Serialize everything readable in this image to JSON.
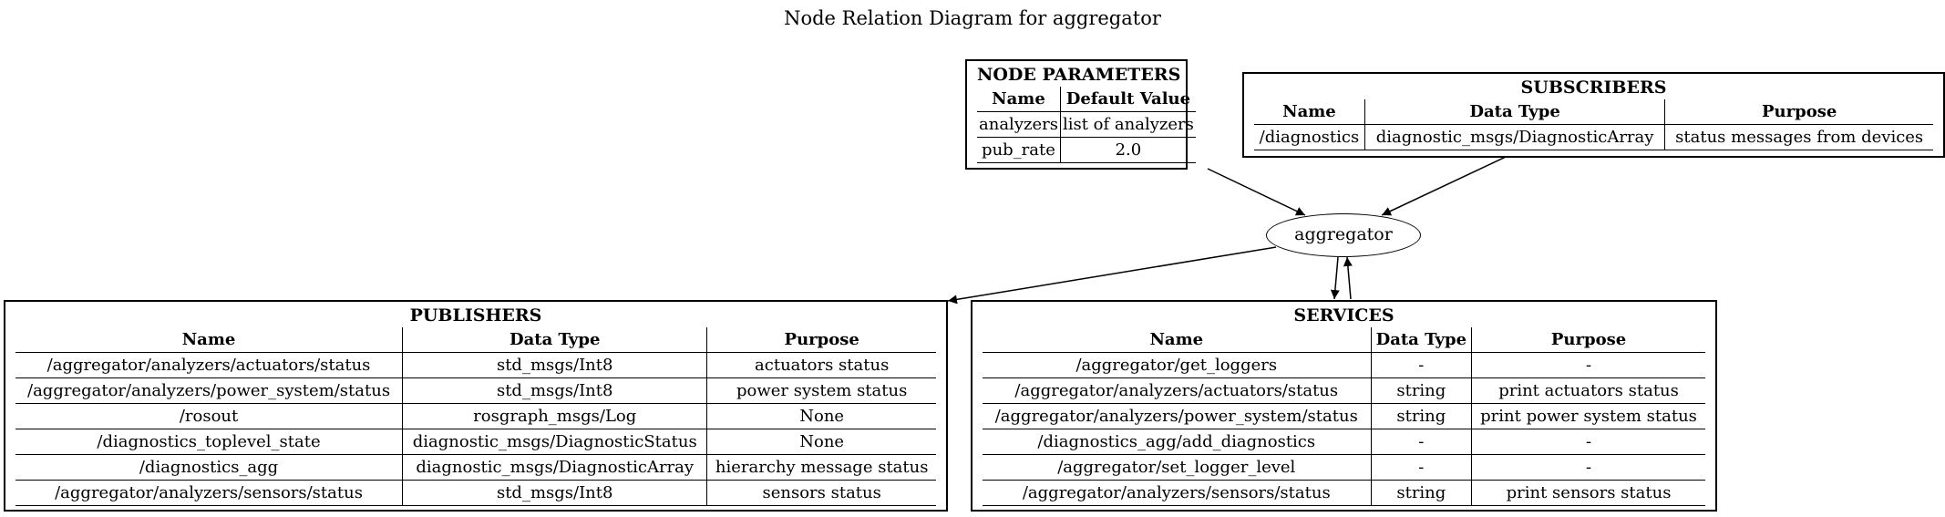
{
  "title": "Node Relation Diagram for aggregator",
  "node": {
    "label": "aggregator"
  },
  "parameters": {
    "title": "NODE PARAMETERS",
    "columns": [
      "Name",
      "Default Value"
    ],
    "rows": [
      [
        "analyzers",
        "list of analyzers"
      ],
      [
        "pub_rate",
        "2.0"
      ]
    ]
  },
  "subscribers": {
    "title": "SUBSCRIBERS",
    "columns": [
      "Name",
      "Data Type",
      "Purpose"
    ],
    "rows": [
      [
        "/diagnostics",
        "diagnostic_msgs/DiagnosticArray",
        "status messages from devices"
      ]
    ]
  },
  "publishers": {
    "title": "PUBLISHERS",
    "columns": [
      "Name",
      "Data Type",
      "Purpose"
    ],
    "rows": [
      [
        "/aggregator/analyzers/actuators/status",
        "std_msgs/Int8",
        "actuators status"
      ],
      [
        "/aggregator/analyzers/power_system/status",
        "std_msgs/Int8",
        "power system status"
      ],
      [
        "/rosout",
        "rosgraph_msgs/Log",
        "None"
      ],
      [
        "/diagnostics_toplevel_state",
        "diagnostic_msgs/DiagnosticStatus",
        "None"
      ],
      [
        "/diagnostics_agg",
        "diagnostic_msgs/DiagnosticArray",
        "hierarchy message status"
      ],
      [
        "/aggregator/analyzers/sensors/status",
        "std_msgs/Int8",
        "sensors status"
      ]
    ]
  },
  "services": {
    "title": "SERVICES",
    "columns": [
      "Name",
      "Data Type",
      "Purpose"
    ],
    "rows": [
      [
        "/aggregator/get_loggers",
        "-",
        "-"
      ],
      [
        "/aggregator/analyzers/actuators/status",
        "string",
        "print actuators status"
      ],
      [
        "/aggregator/analyzers/power_system/status",
        "string",
        "print power system status"
      ],
      [
        "/diagnostics_agg/add_diagnostics",
        "-",
        "-"
      ],
      [
        "/aggregator/set_logger_level",
        "-",
        "-"
      ],
      [
        "/aggregator/analyzers/sensors/status",
        "string",
        "print sensors status"
      ]
    ]
  }
}
